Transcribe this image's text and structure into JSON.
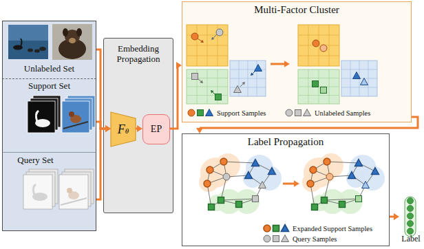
{
  "diagram": {
    "nodes": [
      {
        "text": [
          "Unlabeled Set"
        ]
      },
      {
        "text": [
          "Support Set"
        ]
      },
      {
        "text": [
          "Query Set"
        ]
      },
      {
        "text": [
          "Embedding Propagation"
        ]
      },
      {
        "text": [
          "Fθ"
        ],
        "in": 3
      },
      {
        "text": [
          "EP"
        ],
        "in": 3
      },
      {
        "text": [
          "Multi-Factor Cluster"
        ]
      },
      {
        "text": [
          "Label Propagation"
        ]
      },
      {
        "text": [
          "Label"
        ]
      }
    ],
    "edges": [
      {
        "from": 0,
        "to": 4,
        "arrow": "to"
      },
      {
        "from": 1,
        "to": 4,
        "arrow": "to"
      },
      {
        "from": 2,
        "to": 4,
        "arrow": "to"
      },
      {
        "from": 4,
        "to": 5,
        "arrow": "to"
      },
      {
        "from": 5,
        "to": 6,
        "arrow": "to"
      },
      {
        "from": 6,
        "to": 7,
        "arrow": "to"
      },
      {
        "from": 7,
        "to": 8,
        "arrow": "to"
      }
    ],
    "legend": [
      {
        "text": "Support Samples"
      },
      {
        "text": "Unlabeled Samples"
      },
      {
        "text": "Expanded Support Samples"
      },
      {
        "text": "Query Samples"
      }
    ]
  }
}
